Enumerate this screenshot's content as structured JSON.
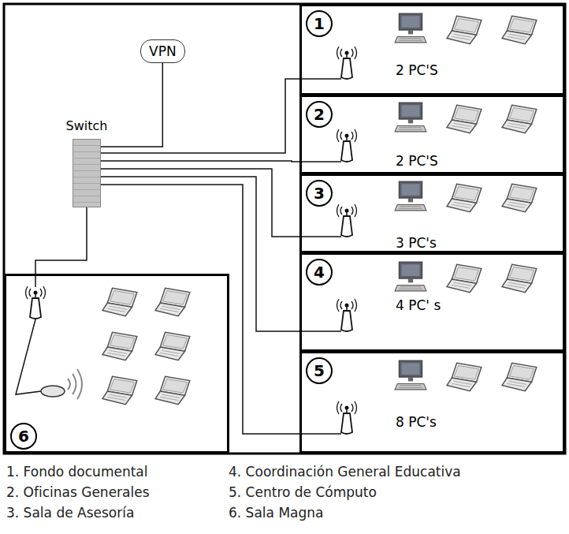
{
  "diagram": {
    "nodes": [
      {
        "text": [
          "VPN"
        ]
      },
      {
        "text": [
          "Switch"
        ]
      },
      {
        "text": [
          "1",
          "2 PC'S"
        ]
      },
      {
        "text": [
          "2",
          "2 PC'S"
        ]
      },
      {
        "text": [
          "3",
          "3 PC's"
        ]
      },
      {
        "text": [
          "4",
          "4 PC' s"
        ]
      },
      {
        "text": [
          "5",
          "8 PC's"
        ]
      },
      {
        "text": [
          "6"
        ]
      }
    ],
    "edges": [
      {
        "from": 1,
        "to": 0,
        "arrow": "none"
      },
      {
        "from": 1,
        "to": 2,
        "arrow": "none"
      },
      {
        "from": 1,
        "to": 3,
        "arrow": "none"
      },
      {
        "from": 1,
        "to": 4,
        "arrow": "none"
      },
      {
        "from": 1,
        "to": 5,
        "arrow": "none"
      },
      {
        "from": 1,
        "to": 6,
        "arrow": "none"
      },
      {
        "from": 1,
        "to": 7,
        "arrow": "none"
      }
    ],
    "labels": [
      "1. Fondo documental",
      "2. Oficinas Generales",
      "3. Sala de Asesoría",
      "4. Coordinación General Educativa",
      "5. Centro de Cómputo",
      "6. Sala Magna"
    ]
  }
}
